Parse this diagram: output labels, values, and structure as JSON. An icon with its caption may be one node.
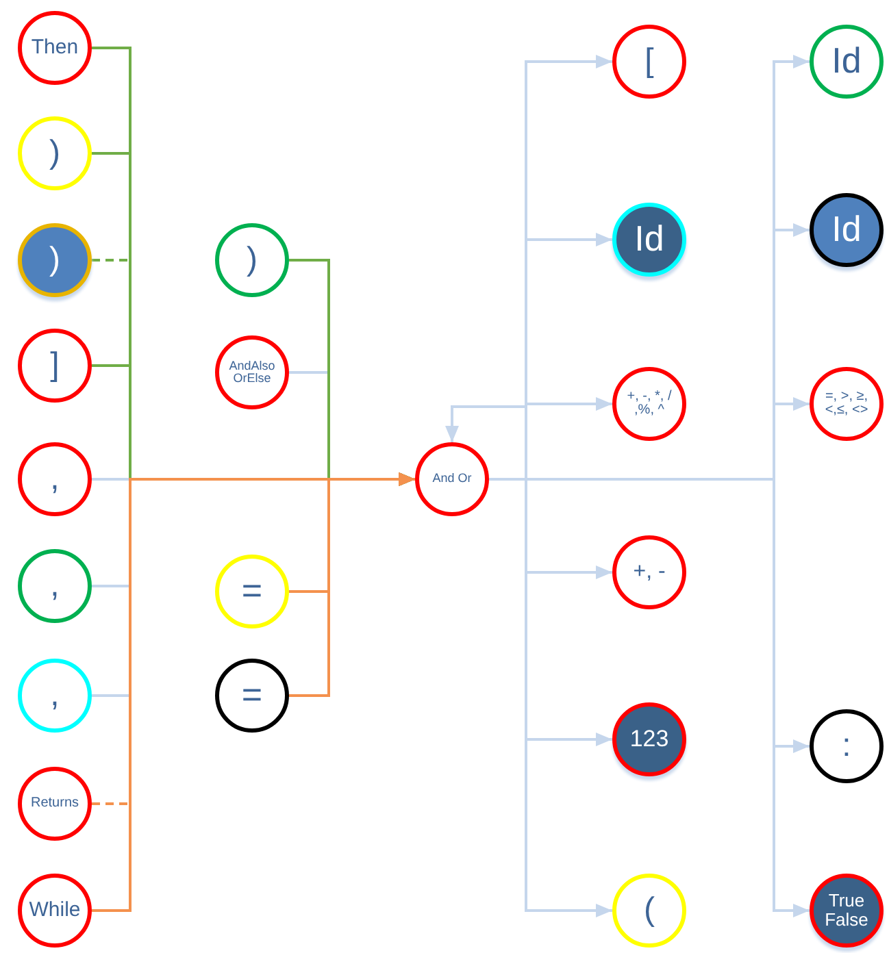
{
  "diagram": {
    "nodes": [
      {
        "text": [
          "Then"
        ]
      },
      {
        "text": [
          ")"
        ]
      },
      {
        "text": [
          ")"
        ]
      },
      {
        "text": [
          "]"
        ]
      },
      {
        "text": [
          ","
        ]
      },
      {
        "text": [
          ","
        ]
      },
      {
        "text": [
          ","
        ]
      },
      {
        "text": [
          "Returns"
        ]
      },
      {
        "text": [
          "While"
        ]
      },
      {
        "text": [
          ")"
        ]
      },
      {
        "text": [
          "AndAlso OrElse"
        ]
      },
      {
        "text": [
          "="
        ]
      },
      {
        "text": [
          "="
        ]
      },
      {
        "text": [
          "And Or"
        ]
      },
      {
        "text": [
          "["
        ]
      },
      {
        "text": [
          "Id"
        ]
      },
      {
        "text": [
          "+, -, *, / ,%, ^"
        ]
      },
      {
        "text": [
          "+, -"
        ]
      },
      {
        "text": [
          "123"
        ]
      },
      {
        "text": [
          "("
        ]
      },
      {
        "text": [
          "Id"
        ]
      },
      {
        "text": [
          "Id"
        ]
      },
      {
        "text": [
          "=, >, ≥, <,≤, <>"
        ]
      },
      {
        "text": [
          ":"
        ]
      },
      {
        "text": [
          "True False"
        ]
      }
    ],
    "edges": [
      {
        "from": 0,
        "to": 13,
        "arrow": "to",
        "color": "#70ad47"
      },
      {
        "from": 1,
        "to": 13,
        "arrow": "to",
        "color": "#70ad47"
      },
      {
        "from": 2,
        "to": 13,
        "arrow": "to",
        "color": "#70ad47",
        "style": "dashed"
      },
      {
        "from": 3,
        "to": 13,
        "arrow": "to",
        "color": "#70ad47"
      },
      {
        "from": 4,
        "to": 13,
        "arrow": "to"
      },
      {
        "from": 5,
        "to": 13,
        "arrow": "to"
      },
      {
        "from": 6,
        "to": 13,
        "arrow": "to"
      },
      {
        "from": 7,
        "to": 13,
        "arrow": "to",
        "color": "#f4914d",
        "style": "dashed"
      },
      {
        "from": 8,
        "to": 13,
        "arrow": "to",
        "color": "#f4914d"
      },
      {
        "from": 9,
        "to": 13,
        "arrow": "to",
        "color": "#70ad47"
      },
      {
        "from": 10,
        "to": 13,
        "arrow": "to"
      },
      {
        "from": 11,
        "to": 13,
        "arrow": "to",
        "color": "#f4914d"
      },
      {
        "from": 12,
        "to": 13,
        "arrow": "to",
        "color": "#f4914d"
      },
      {
        "from": 13,
        "to": 13,
        "arrow": "to"
      },
      {
        "from": 13,
        "to": 14,
        "arrow": "to"
      },
      {
        "from": 13,
        "to": 15,
        "arrow": "to"
      },
      {
        "from": 13,
        "to": 16,
        "arrow": "to"
      },
      {
        "from": 13,
        "to": 17,
        "arrow": "to"
      },
      {
        "from": 13,
        "to": 18,
        "arrow": "to"
      },
      {
        "from": 13,
        "to": 19,
        "arrow": "to"
      },
      {
        "from": 13,
        "to": 20,
        "arrow": "to"
      },
      {
        "from": 13,
        "to": 21,
        "arrow": "to"
      },
      {
        "from": 13,
        "to": 22,
        "arrow": "to"
      },
      {
        "from": 13,
        "to": 23,
        "arrow": "to"
      },
      {
        "from": 13,
        "to": 24,
        "arrow": "to"
      }
    ]
  }
}
